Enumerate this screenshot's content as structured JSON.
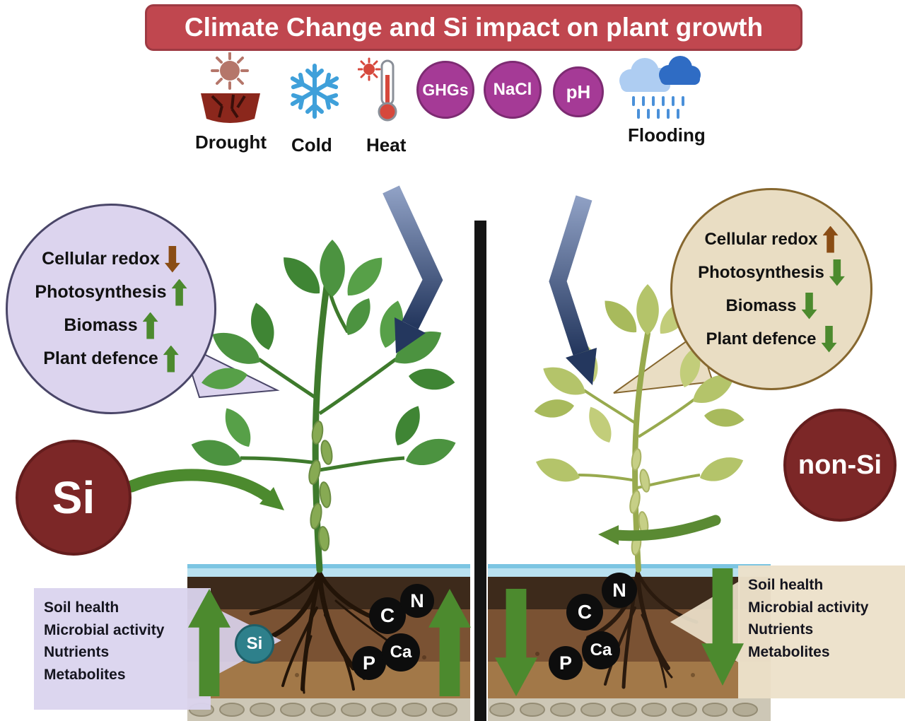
{
  "title": "Climate Change and Si impact on plant growth",
  "stressors": {
    "drought": "Drought",
    "cold": "Cold",
    "heat": "Heat",
    "ghgs": "GHGs",
    "nacl": "NaCl",
    "ph": "pH",
    "flooding": "Flooding"
  },
  "si_panel": {
    "treatment": "Si",
    "plant_effects": [
      {
        "label": "Cellular redox",
        "direction": "down",
        "color": "brown"
      },
      {
        "label": "Photosynthesis",
        "direction": "up",
        "color": "green"
      },
      {
        "label": "Biomass",
        "direction": "up",
        "color": "green"
      },
      {
        "label": "Plant defence",
        "direction": "up",
        "color": "green"
      }
    ],
    "soil_nutrients": [
      "C",
      "N",
      "P",
      "Ca"
    ],
    "soil_si_badge": "Si",
    "soil_effects": {
      "lines": [
        "Soil health",
        "Microbial activity",
        "Nutrients",
        "Metabolites"
      ],
      "direction": "up",
      "color": "green"
    },
    "soil_flux": {
      "direction": "up",
      "color": "green"
    }
  },
  "non_si_panel": {
    "treatment": "non-Si",
    "plant_effects": [
      {
        "label": "Cellular redox",
        "direction": "up",
        "color": "brown"
      },
      {
        "label": "Photosynthesis",
        "direction": "down",
        "color": "green"
      },
      {
        "label": "Biomass",
        "direction": "down",
        "color": "green"
      },
      {
        "label": "Plant defence",
        "direction": "down",
        "color": "green"
      }
    ],
    "soil_nutrients": [
      "C",
      "N",
      "P",
      "Ca"
    ],
    "soil_effects": {
      "lines": [
        "Soil health",
        "Microbial activity",
        "Nutrients",
        "Metabolites"
      ],
      "direction": "down",
      "color": "green"
    },
    "soil_flux": {
      "direction": "down",
      "color": "green"
    }
  },
  "palette": {
    "banner_red": "#c0474f",
    "treatment_maroon": "#7c2727",
    "si_bubble_lavender": "#dcd4ee",
    "non_si_bubble_tan": "#e9ddc3",
    "green_arrow": "#4c8a2e",
    "brown_arrow": "#8a4d15",
    "blue_stress_arrow": "#24375e",
    "stress_circle_purple": "#a53a96",
    "soil_si_teal": "#2e808b"
  }
}
